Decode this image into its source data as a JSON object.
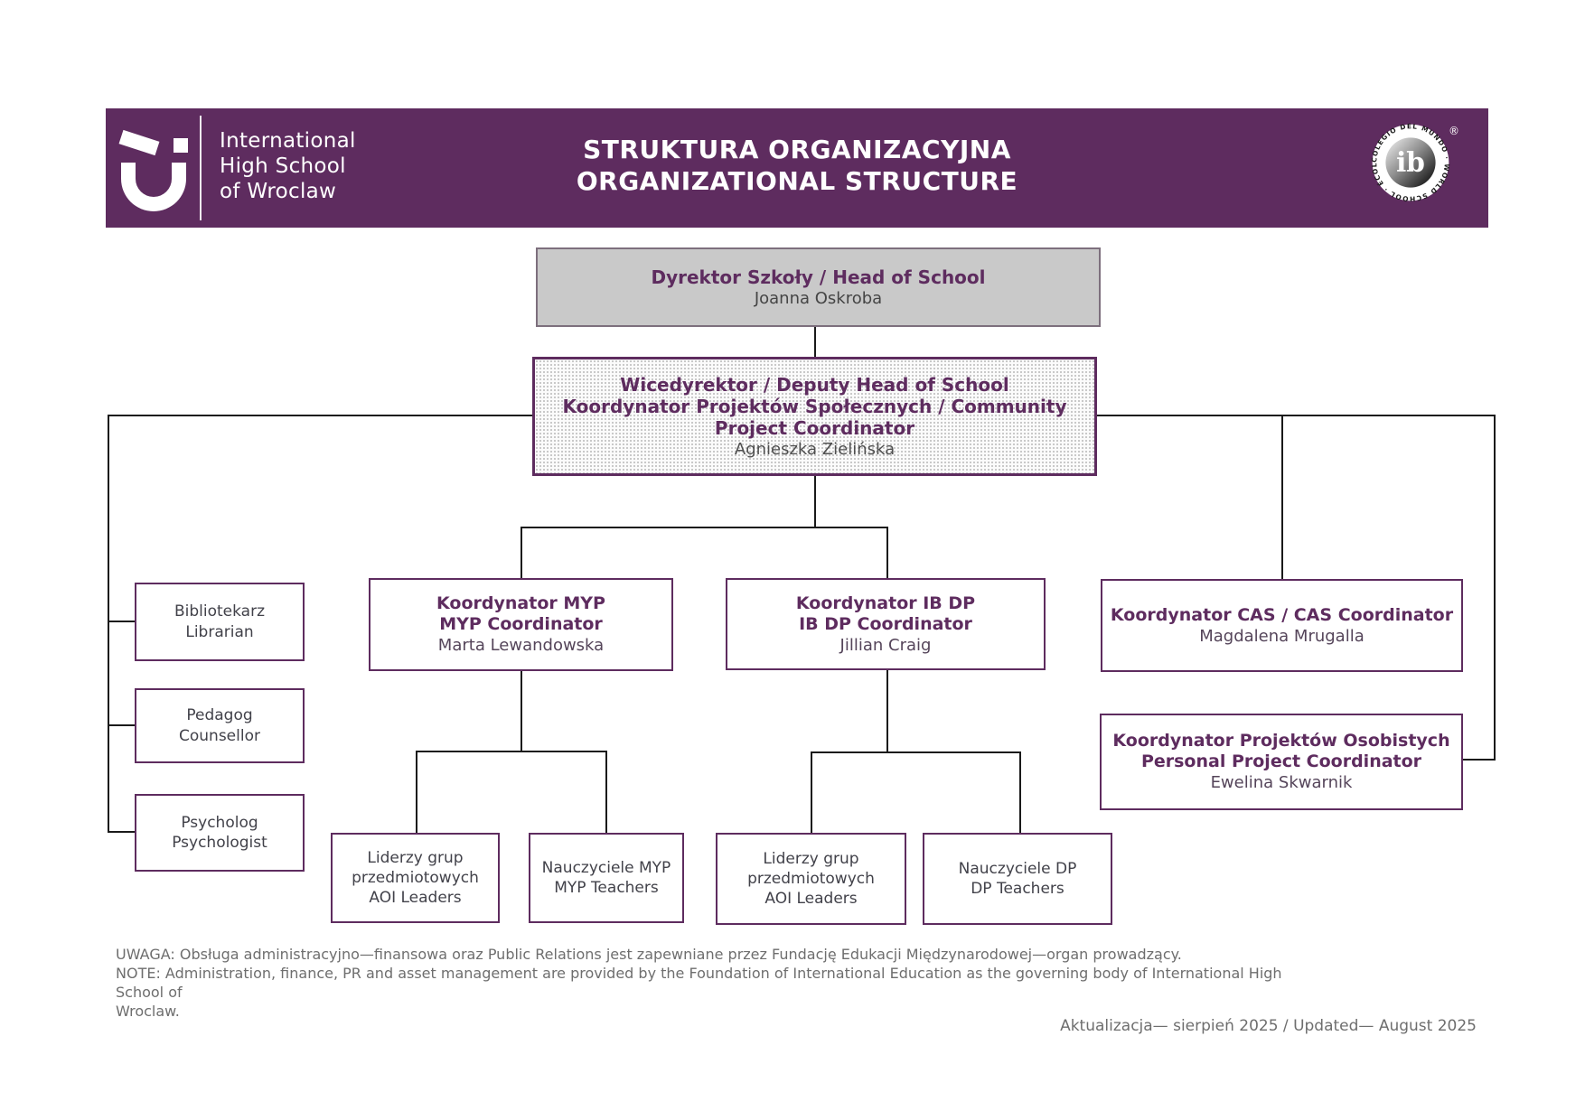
{
  "header": {
    "school_lines": [
      "International",
      "High School",
      "of Wroclaw"
    ],
    "title_lines": [
      "STRUKTURA ORGANIZACYJNA",
      "ORGANIZATIONAL STRUCTURE"
    ],
    "ib": {
      "ring_text": "COLEGIO DEL MUNDO · WORLD SCHOOL · ÉCOLE DU MONDE ·",
      "center_text": "ib",
      "registered": "®"
    }
  },
  "icons": {
    "school_logo": "smile-logo",
    "ib_badge": "ib-world-school-badge"
  },
  "colors": {
    "brand_purple": "#5E2C5F",
    "connector_black": "#1a1a1a",
    "head_box_bg": "#c9c9c9",
    "note_gray": "#6e6e6e"
  },
  "chart": {
    "nodes": {
      "head": {
        "lines": [
          "Dyrektor Szkoły / Head of School"
        ],
        "name": "Joanna Oskroba"
      },
      "deputy": {
        "lines": [
          "Wicedyrektor / Deputy Head of School",
          "Koordynator Projektów Społecznych / Community",
          "Project Coordinator"
        ],
        "name": "Agnieszka Zielińska"
      },
      "myp": {
        "lines": [
          "Koordynator MYP",
          "MYP Coordinator"
        ],
        "name": "Marta Lewandowska"
      },
      "ibdp": {
        "lines": [
          "Koordynator IB DP",
          "IB DP Coordinator"
        ],
        "name": "Jillian Craig"
      },
      "cas": {
        "lines": [
          "Koordynator CAS / CAS Coordinator"
        ],
        "name": "Magdalena Mrugalla"
      },
      "pp": {
        "lines": [
          "Koordynator Projektów Osobistych",
          "Personal Project Coordinator"
        ],
        "name": "Ewelina Skwarnik"
      },
      "librarian": {
        "lines": [
          "Bibliotekarz",
          "Librarian"
        ]
      },
      "counsellor": {
        "lines": [
          "Pedagog",
          "Counsellor"
        ]
      },
      "psychologist": {
        "lines": [
          "Psycholog",
          "Psychologist"
        ]
      },
      "aoi_myp": {
        "lines": [
          "Liderzy grup",
          "przedmiotowych",
          "AOI Leaders"
        ]
      },
      "myp_teachers": {
        "lines": [
          "Nauczyciele MYP",
          "MYP Teachers"
        ]
      },
      "aoi_dp": {
        "lines": [
          "Liderzy grup",
          "przedmiotowych",
          "AOI Leaders"
        ]
      },
      "dp_teachers": {
        "lines": [
          "Nauczyciele DP",
          "DP Teachers"
        ]
      }
    }
  },
  "footer": {
    "note_lines": [
      "UWAGA: Obsługa administracyjno—finansowa oraz Public Relations jest zapewniane przez Fundację Edukacji Międzynarodowej—organ prowadzący.",
      "NOTE: Administration, finance, PR and asset management are provided by the Foundation of International Education as the governing body of International High School of",
      "Wroclaw."
    ],
    "updated": "Aktualizacja— sierpień 2025 / Updated— August 2025"
  }
}
